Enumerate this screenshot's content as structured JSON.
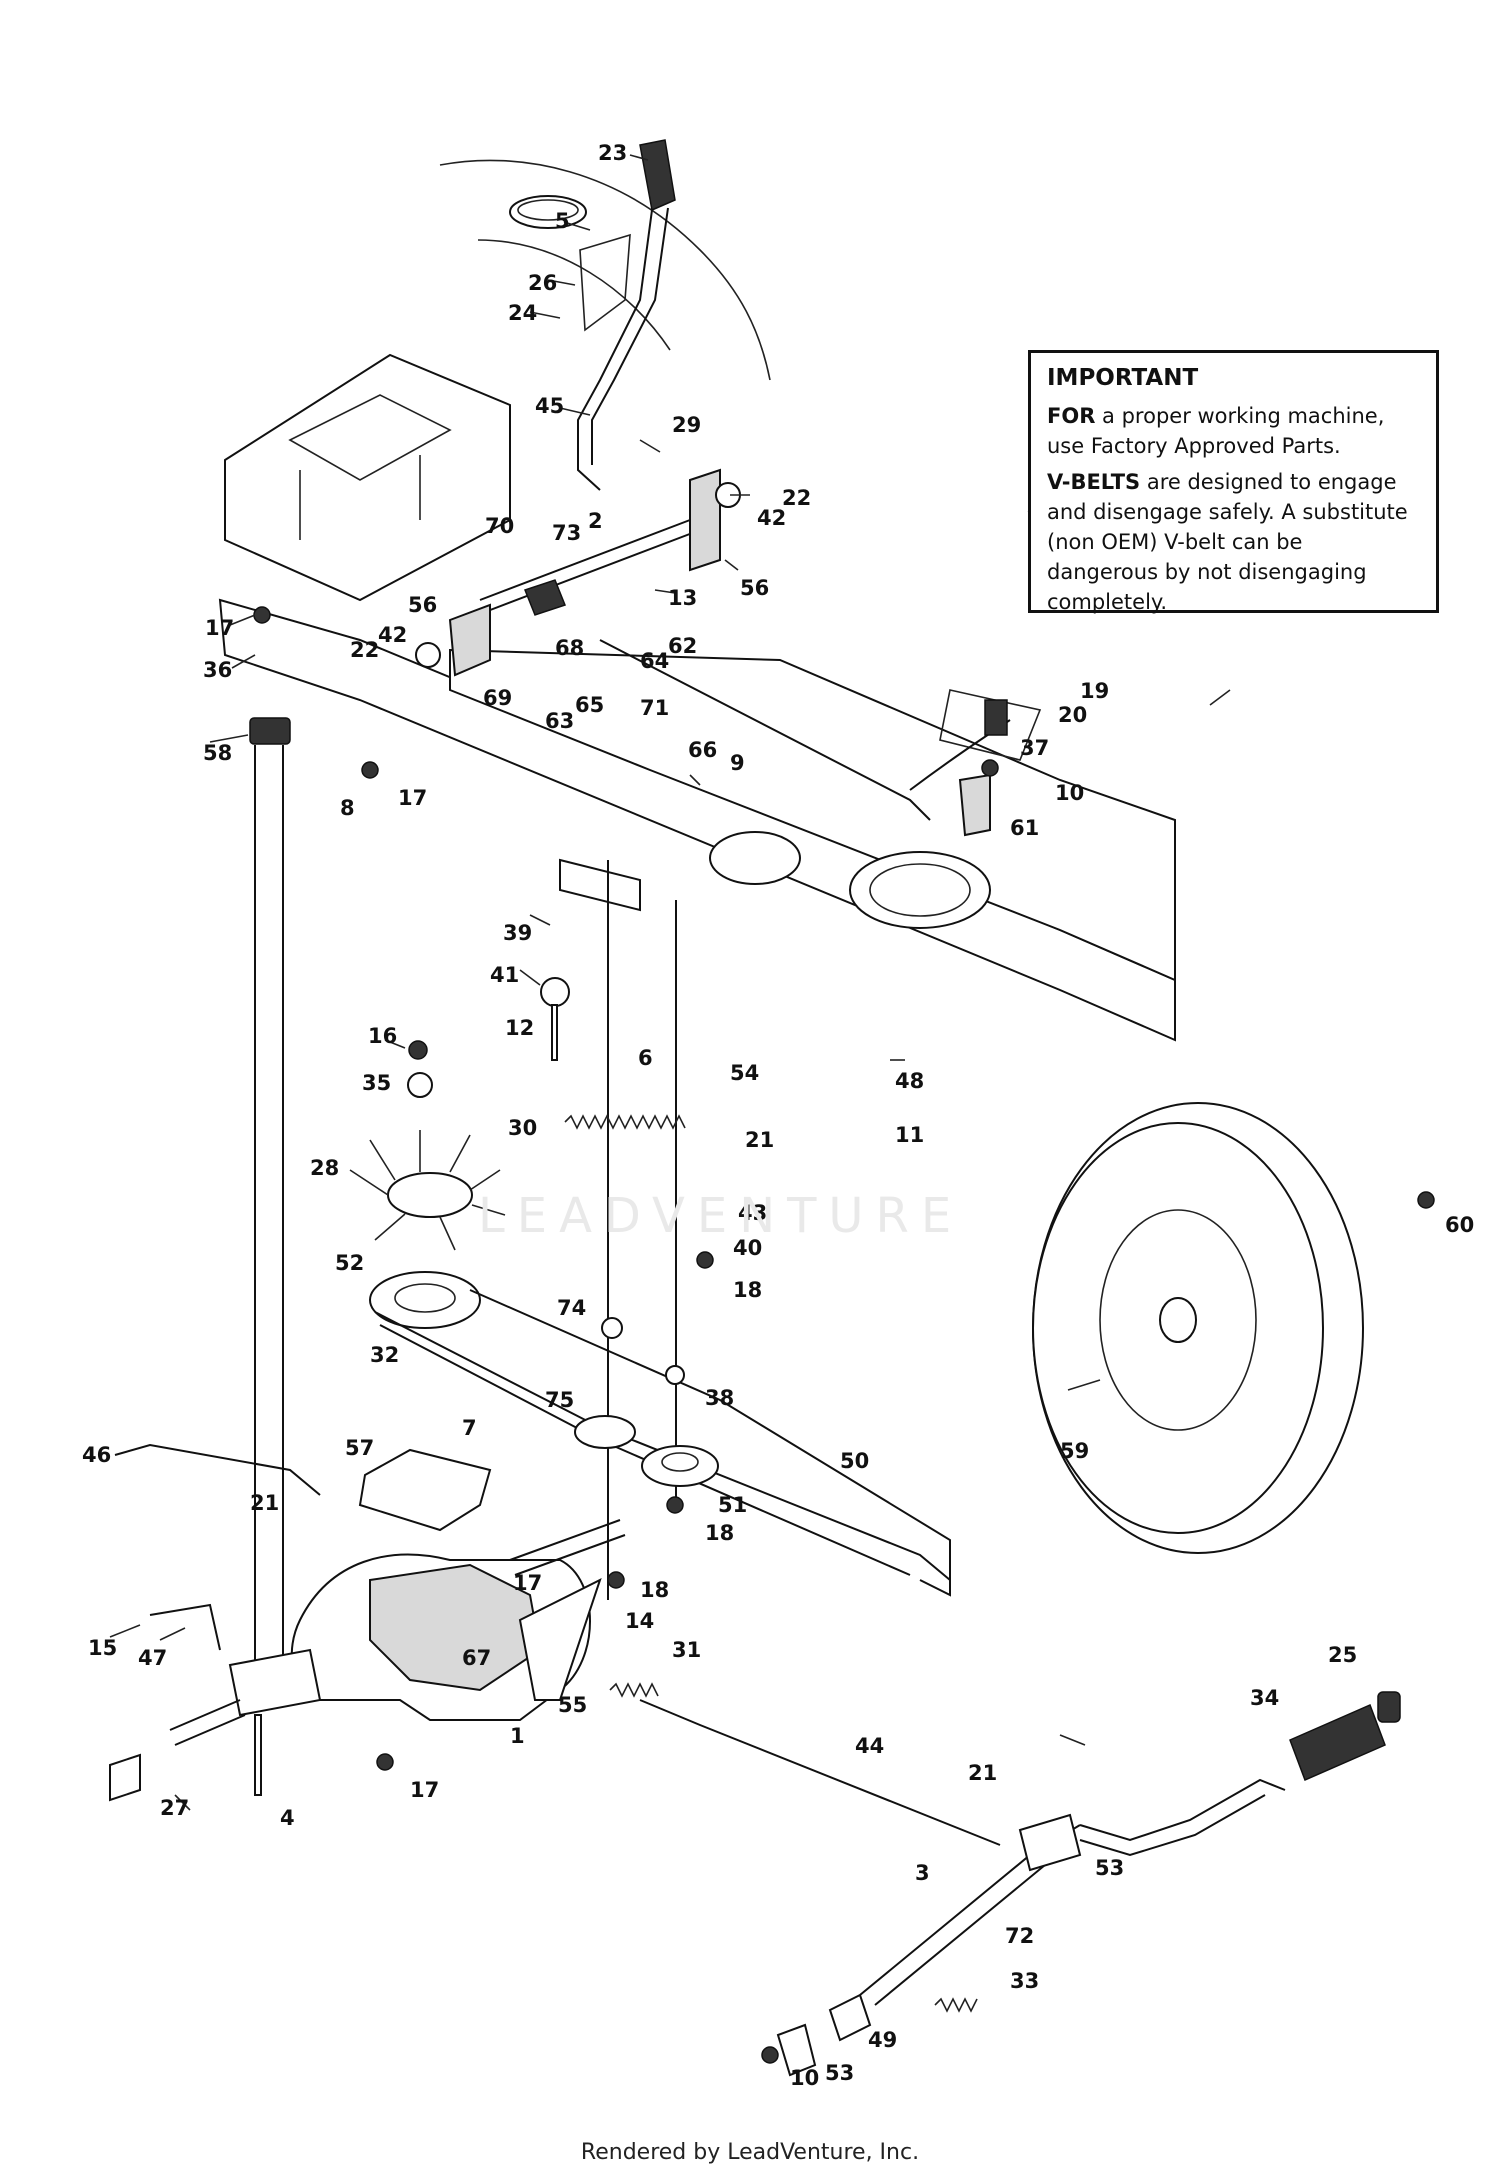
{
  "important": {
    "title": "IMPORTANT",
    "p1_bold": "FOR",
    "p1_text": " a proper working machine, use Factory Approved Parts.",
    "p2_bold": "V-BELTS",
    "p2_text": " are designed to engage and disengage safely. A substitute (non OEM) V-belt can be dangerous by not disengaging completely."
  },
  "watermark": "LEADVENTURE",
  "footer": "Rendered by LeadVenture, Inc.",
  "callouts": [
    {
      "id": "c23",
      "text": "23"
    },
    {
      "id": "c5",
      "text": "5"
    },
    {
      "id": "c26",
      "text": "26"
    },
    {
      "id": "c24",
      "text": "24"
    },
    {
      "id": "c45",
      "text": "45"
    },
    {
      "id": "c29",
      "text": "29"
    },
    {
      "id": "c22a",
      "text": "22"
    },
    {
      "id": "c42a",
      "text": "42"
    },
    {
      "id": "c2",
      "text": "2"
    },
    {
      "id": "c70",
      "text": "70"
    },
    {
      "id": "c73",
      "text": "73"
    },
    {
      "id": "c13",
      "text": "13"
    },
    {
      "id": "c56a",
      "text": "56"
    },
    {
      "id": "c17a",
      "text": "17"
    },
    {
      "id": "c56b",
      "text": "56"
    },
    {
      "id": "c42b",
      "text": "42"
    },
    {
      "id": "c22b",
      "text": "22"
    },
    {
      "id": "c62",
      "text": "62"
    },
    {
      "id": "c68",
      "text": "68"
    },
    {
      "id": "c64",
      "text": "64"
    },
    {
      "id": "c36",
      "text": "36"
    },
    {
      "id": "c69",
      "text": "69"
    },
    {
      "id": "c65",
      "text": "65"
    },
    {
      "id": "c71",
      "text": "71"
    },
    {
      "id": "c63",
      "text": "63"
    },
    {
      "id": "c19",
      "text": "19"
    },
    {
      "id": "c20",
      "text": "20"
    },
    {
      "id": "c58",
      "text": "58"
    },
    {
      "id": "c66",
      "text": "66"
    },
    {
      "id": "c37",
      "text": "37"
    },
    {
      "id": "c9",
      "text": "9"
    },
    {
      "id": "c8",
      "text": "8"
    },
    {
      "id": "c17b",
      "text": "17"
    },
    {
      "id": "c10a",
      "text": "10"
    },
    {
      "id": "c61",
      "text": "61"
    },
    {
      "id": "c39",
      "text": "39"
    },
    {
      "id": "c41",
      "text": "41"
    },
    {
      "id": "c12",
      "text": "12"
    },
    {
      "id": "c16",
      "text": "16"
    },
    {
      "id": "c6",
      "text": "6"
    },
    {
      "id": "c54",
      "text": "54"
    },
    {
      "id": "c48",
      "text": "48"
    },
    {
      "id": "c35",
      "text": "35"
    },
    {
      "id": "c30",
      "text": "30"
    },
    {
      "id": "c11",
      "text": "11"
    },
    {
      "id": "c21a",
      "text": "21"
    },
    {
      "id": "c28",
      "text": "28"
    },
    {
      "id": "c43",
      "text": "43"
    },
    {
      "id": "c60",
      "text": "60"
    },
    {
      "id": "c40",
      "text": "40"
    },
    {
      "id": "c52",
      "text": "52"
    },
    {
      "id": "c18a",
      "text": "18"
    },
    {
      "id": "c74",
      "text": "74"
    },
    {
      "id": "c32",
      "text": "32"
    },
    {
      "id": "c38",
      "text": "38"
    },
    {
      "id": "c7",
      "text": "7"
    },
    {
      "id": "c75",
      "text": "75"
    },
    {
      "id": "c46",
      "text": "46"
    },
    {
      "id": "c57",
      "text": "57"
    },
    {
      "id": "c50",
      "text": "50"
    },
    {
      "id": "c59",
      "text": "59"
    },
    {
      "id": "c51",
      "text": "51"
    },
    {
      "id": "c21b",
      "text": "21"
    },
    {
      "id": "c18b",
      "text": "18"
    },
    {
      "id": "c18c",
      "text": "18"
    },
    {
      "id": "c17c",
      "text": "17"
    },
    {
      "id": "c14",
      "text": "14"
    },
    {
      "id": "c15",
      "text": "15"
    },
    {
      "id": "c47",
      "text": "47"
    },
    {
      "id": "c67",
      "text": "67"
    },
    {
      "id": "c31",
      "text": "31"
    },
    {
      "id": "c55",
      "text": "55"
    },
    {
      "id": "c1",
      "text": "1"
    },
    {
      "id": "c25",
      "text": "25"
    },
    {
      "id": "c34",
      "text": "34"
    },
    {
      "id": "c44",
      "text": "44"
    },
    {
      "id": "c17d",
      "text": "17"
    },
    {
      "id": "c27",
      "text": "27"
    },
    {
      "id": "c4",
      "text": "4"
    },
    {
      "id": "c21c",
      "text": "21"
    },
    {
      "id": "c53a",
      "text": "53"
    },
    {
      "id": "c3",
      "text": "3"
    },
    {
      "id": "c72",
      "text": "72"
    },
    {
      "id": "c33",
      "text": "33"
    },
    {
      "id": "c49",
      "text": "49"
    },
    {
      "id": "c10b",
      "text": "10"
    },
    {
      "id": "c53b",
      "text": "53"
    }
  ]
}
